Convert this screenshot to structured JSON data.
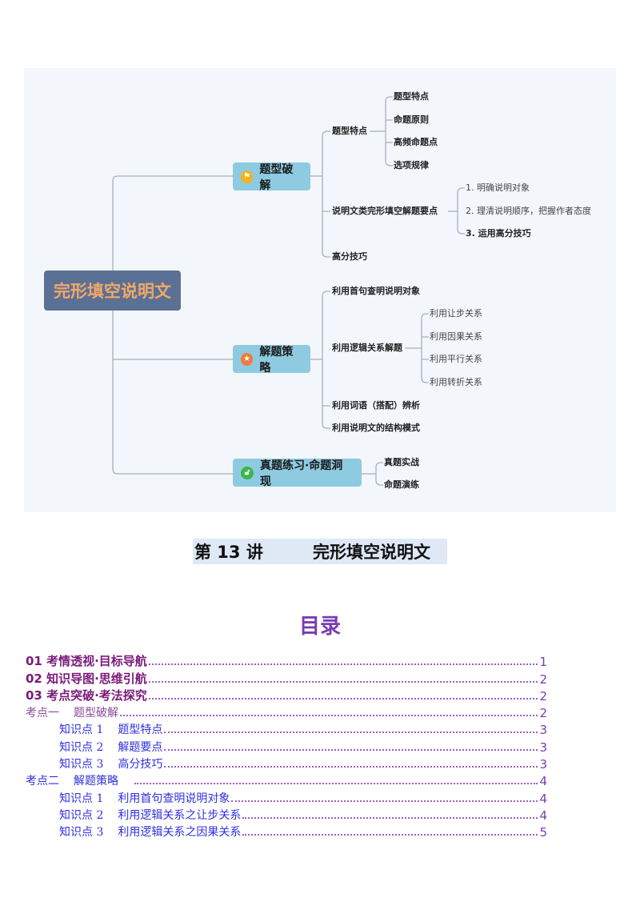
{
  "mindmap": {
    "root": "完形填空说明文",
    "branches": [
      {
        "label": "题型破解",
        "icon": "flag-icon",
        "icon_color": "#f2b21c",
        "children": [
          {
            "label": "题型特点",
            "children": [
              "题型特点",
              "命题原则",
              "高频命题点",
              "选项规律"
            ]
          },
          {
            "label": "说明文类完形填空解题要点",
            "children": [
              "1. 明确说明对象",
              "2. 理清说明顺序，把握作者态度",
              "3. 运用高分技巧"
            ]
          },
          {
            "label": "高分技巧"
          }
        ]
      },
      {
        "label": "解题策略",
        "icon": "star-icon",
        "icon_color": "#f07a3a",
        "children": [
          {
            "label": "利用首句查明说明对象"
          },
          {
            "label": "利用逻辑关系解题",
            "children": [
              "利用让步关系",
              "利用因果关系",
              "利用平行关系",
              "利用转折关系"
            ]
          },
          {
            "label": "利用词语（搭配）辨析"
          },
          {
            "label": "利用说明文的结构模式"
          }
        ]
      },
      {
        "label": "真题练习·命题洞现",
        "icon": "unlock-icon",
        "icon_color": "#3cb54a",
        "children": [
          {
            "label": "真题实战"
          },
          {
            "label": "命题演练"
          }
        ]
      }
    ]
  },
  "lecture": {
    "number": "第 13 讲",
    "title": "完形填空说明文"
  },
  "toc": {
    "title": "目录",
    "items": [
      {
        "label": "01  考情透视·目标导航",
        "page": "1"
      },
      {
        "label": "02  知识导图·思维引航",
        "page": "2"
      },
      {
        "label": "03  考点突破·考法探究",
        "page": "2"
      },
      {
        "label": "考点一",
        "sub": "题型破解",
        "page": "2"
      },
      {
        "label": "知识点 1",
        "sub": "题型特点",
        "page": "3"
      },
      {
        "label": "知识点 2",
        "sub": "解题要点",
        "page": "3"
      },
      {
        "label": "知识点 3",
        "sub": "高分技巧",
        "page": "3"
      },
      {
        "label": "考点二",
        "sub": "解题策略",
        "page": "4"
      },
      {
        "label": "知识点 1",
        "sub": "利用首句查明说明对象",
        "page": "4"
      },
      {
        "label": "知识点 2",
        "sub": "利用逻辑关系之让步关系",
        "page": "4"
      },
      {
        "label": "知识点 3",
        "sub": "利用逻辑关系之因果关系",
        "page": "5"
      }
    ]
  }
}
